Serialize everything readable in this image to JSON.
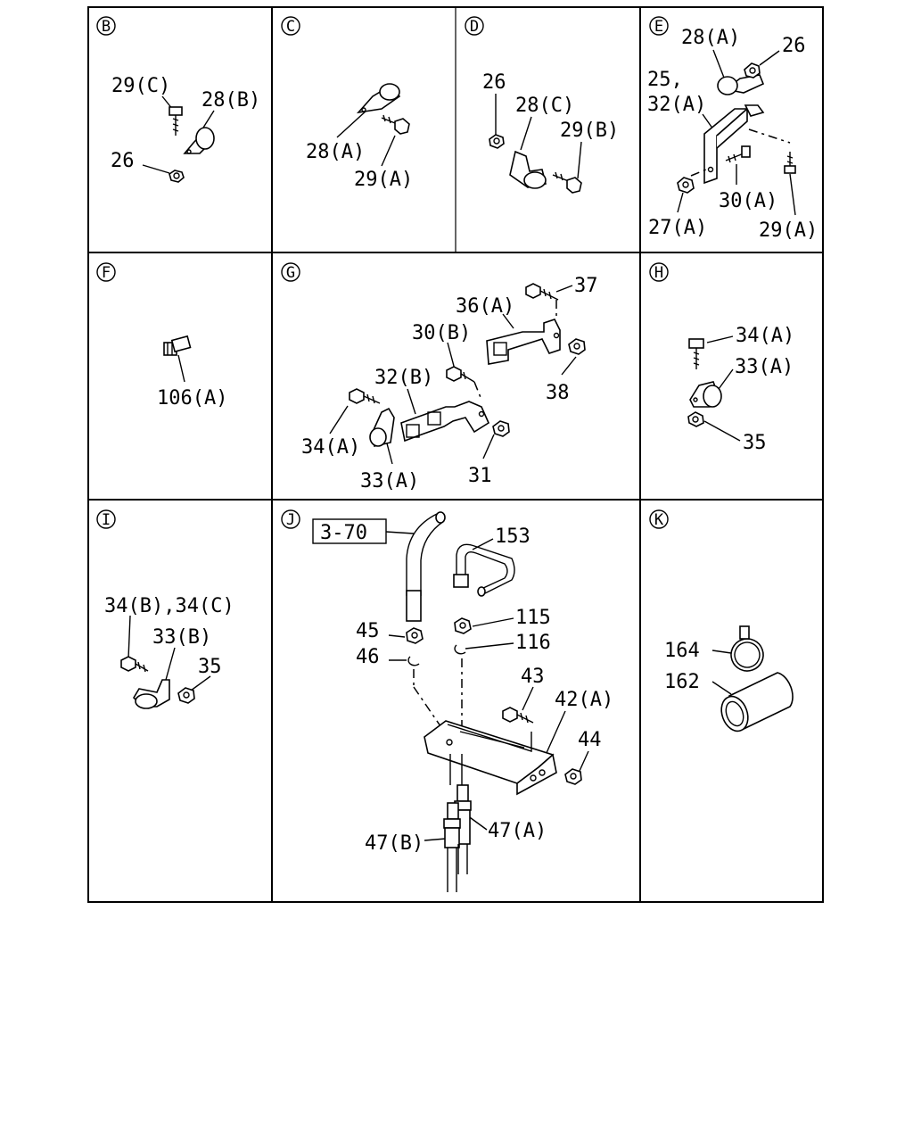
{
  "panels": [
    {
      "key": "B",
      "labels": [
        "29(C)",
        "28(B)",
        "26"
      ]
    },
    {
      "key": "C",
      "labels": [
        "28(A)",
        "29(A)"
      ]
    },
    {
      "key": "D",
      "labels": [
        "26",
        "28(C)",
        "29(B)"
      ]
    },
    {
      "key": "E",
      "labels": [
        "28(A)",
        "26",
        "25,",
        "32(A)",
        "30(A)",
        "27(A)",
        "29(A)"
      ]
    },
    {
      "key": "F",
      "labels": [
        "106(A)"
      ]
    },
    {
      "key": "G",
      "labels": [
        "37",
        "36(A)",
        "30(B)",
        "38",
        "32(B)",
        "34(A)",
        "31",
        "33(A)"
      ]
    },
    {
      "key": "H",
      "labels": [
        "34(A)",
        "33(A)",
        "35"
      ]
    },
    {
      "key": "I",
      "labels": [
        "34(B),34(C)",
        "33(B)",
        "35"
      ]
    },
    {
      "key": "J",
      "labels": [
        "3-70",
        "153",
        "115",
        "45",
        "116",
        "46",
        "43",
        "42(A)",
        "44",
        "47(A)",
        "47(B)"
      ]
    },
    {
      "key": "K",
      "labels": [
        "164",
        "162"
      ]
    }
  ]
}
